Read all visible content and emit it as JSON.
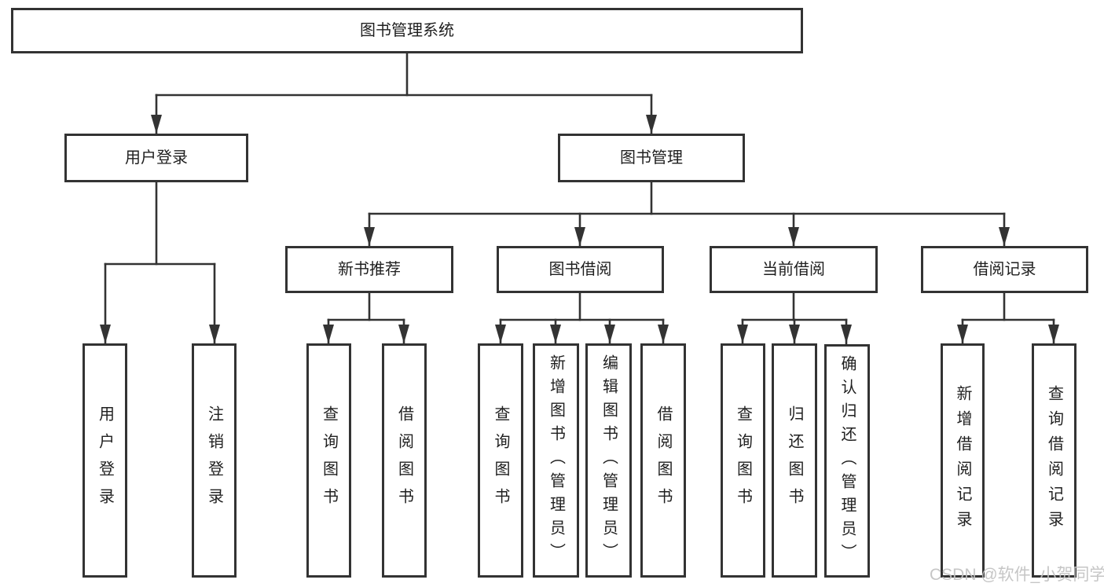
{
  "colors": {
    "line": "#333333",
    "text": "#1f1f1f",
    "background": "#ffffff",
    "watermark": "#c2c2c2"
  },
  "watermark": {
    "text": "CSDN @软件_小贺同学"
  },
  "tree": {
    "label": "图书管理系统",
    "children": [
      {
        "label": "用户登录",
        "children": [
          {
            "label": "用户登录"
          },
          {
            "label": "注销登录"
          }
        ]
      },
      {
        "label": "图书管理",
        "children": [
          {
            "label": "新书推荐",
            "children": [
              {
                "label": "查询图书"
              },
              {
                "label": "借阅图书"
              }
            ]
          },
          {
            "label": "图书借阅",
            "children": [
              {
                "label": "查询图书"
              },
              {
                "label": "新增图书（管理员）"
              },
              {
                "label": "编辑图书（管理员）"
              },
              {
                "label": "借阅图书"
              }
            ]
          },
          {
            "label": "当前借阅",
            "children": [
              {
                "label": "查询图书"
              },
              {
                "label": "归还图书"
              },
              {
                "label": "确认归还（管理员）"
              }
            ]
          },
          {
            "label": "借阅记录",
            "children": [
              {
                "label": "新增借阅记录"
              },
              {
                "label": "查询借阅记录"
              }
            ]
          }
        ]
      }
    ]
  }
}
